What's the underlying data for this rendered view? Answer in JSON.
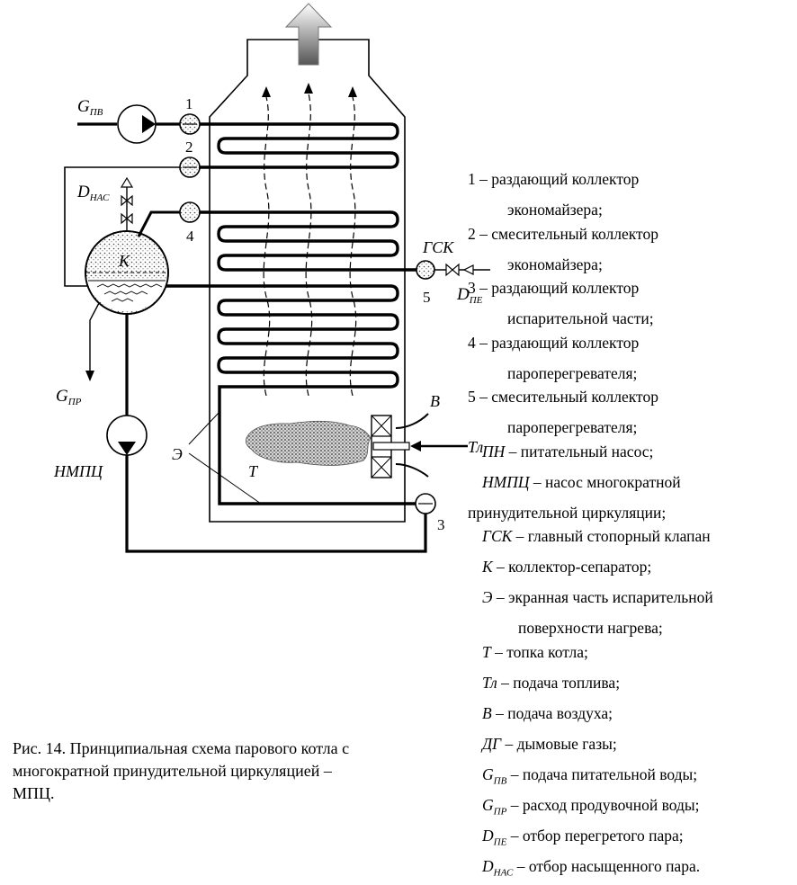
{
  "diagram_labels": {
    "g_pv": "G",
    "g_pv_sub": "ПВ",
    "d_nas": "D",
    "d_nas_sub": "НАС",
    "g_pr": "G",
    "g_pr_sub": "ПР",
    "nmpc": "НМПЦ",
    "k": "К",
    "e": "Э",
    "t": "Т",
    "gsk": "ГСК",
    "d_pe": "D",
    "d_pe_sub": "ПЕ",
    "b": "В",
    "tl": "Тл",
    "n1": "1",
    "n2": "2",
    "n3": "3",
    "n4": "4",
    "n5": "5"
  },
  "legend": [
    {
      "sym": "",
      "sub": "",
      "text": "1 – раздающий коллектор",
      "cont": "экономайзера;"
    },
    {
      "sym": "",
      "sub": "",
      "text": "2 – смесительный коллектор",
      "cont": "экономайзера;"
    },
    {
      "sym": "",
      "sub": "",
      "text": "3 – раздающий коллектор",
      "cont": "испарительной части;"
    },
    {
      "sym": "",
      "sub": "",
      "text": "4 – раздающий коллектор",
      "cont": "пароперегревателя;"
    },
    {
      "sym": "",
      "sub": "",
      "text": "5 – смесительный коллектор",
      "cont": "пароперегревателя;"
    },
    {
      "sym": "ПН",
      "sub": "",
      "text": " – питательный насос;",
      "cont": ""
    },
    {
      "sym": "НМПЦ",
      "sub": "",
      "text": " – насос многократной",
      "cont": "принудительной циркуляции;"
    },
    {
      "sym": "ГСК",
      "sub": "",
      "text": " – главный стопорный клапан",
      "cont": ""
    },
    {
      "sym": "К",
      "sub": "",
      "text": " – коллектор-сепаратор;",
      "cont": ""
    },
    {
      "sym": "Э",
      "sub": "",
      "text": " – экранная часть испарительной",
      "cont": "поверхности нагрева;"
    },
    {
      "sym": "Т",
      "sub": "",
      "text": " – топка котла;",
      "cont": ""
    },
    {
      "sym": "Тл",
      "sub": "",
      "text": " – подача топлива;",
      "cont": ""
    },
    {
      "sym": "В",
      "sub": "",
      "text": " – подача воздуха;",
      "cont": ""
    },
    {
      "sym": "ДГ",
      "sub": "",
      "text": " – дымовые газы;",
      "cont": ""
    },
    {
      "sym": "G",
      "sub": "ПВ",
      "text": " – подача питательной воды;",
      "cont": ""
    },
    {
      "sym": "G",
      "sub": "ПР",
      "text": " – расход продувочной воды;",
      "cont": ""
    },
    {
      "sym": "D",
      "sub": "ПЕ",
      "text": " – отбор перегретого пара;",
      "cont": ""
    },
    {
      "sym": "D",
      "sub": "НАС",
      "text": " – отбор насыщенного пара.",
      "cont": ""
    }
  ],
  "caption": {
    "line1": "Рис. 14. Принципиальная схема парового котла с",
    "line2": "многократной принудительной циркуляцией –",
    "line3": "МПЦ."
  }
}
